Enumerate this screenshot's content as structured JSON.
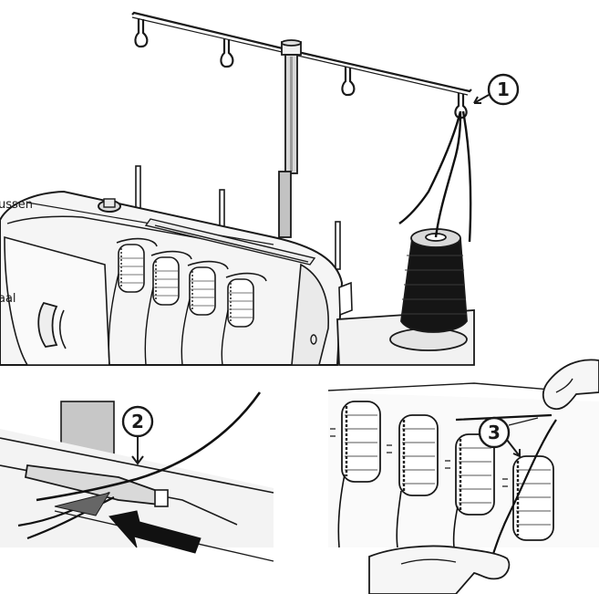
{
  "callouts": [
    {
      "id": "callout-1",
      "label": "1"
    },
    {
      "id": "callout-2",
      "label": "2"
    },
    {
      "id": "callout-3",
      "label": "3"
    }
  ],
  "cut_text": {
    "line1": "ussen",
    "line2": "aal"
  },
  "colors": {
    "line": "#1a1a1a",
    "thread": "#111111",
    "machine": "#f4f4f4",
    "shadow": "#c8c8c8",
    "panel_bg": "#ffffff"
  }
}
